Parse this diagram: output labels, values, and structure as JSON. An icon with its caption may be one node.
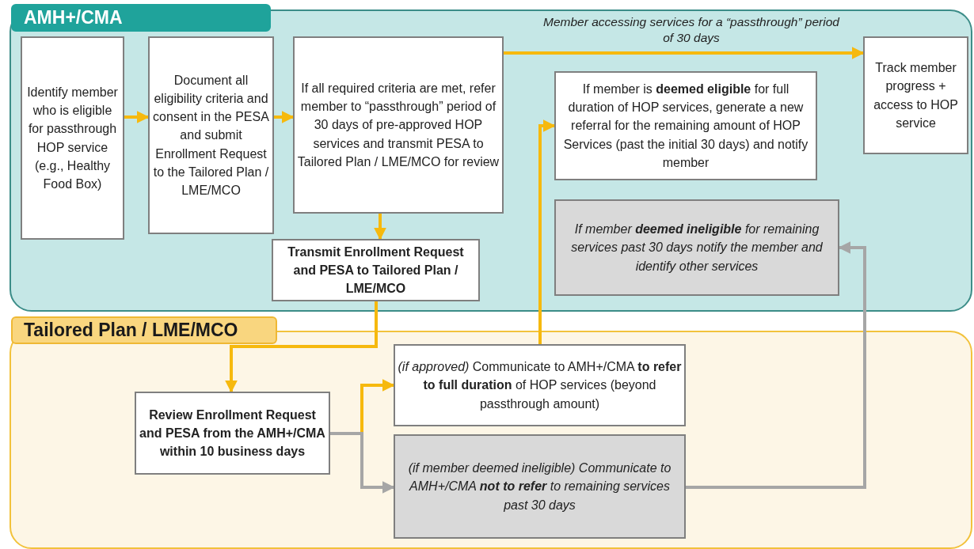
{
  "diagram": {
    "nodes": [
      {
        "text": [
          "AMH+/CMA"
        ]
      },
      {
        "text": [
          "Identify member who is eligible for passthrough HOP service (e.g., Healthy Food Box)"
        ],
        "in": 0
      },
      {
        "text": [
          "Document all eligibility criteria and consent in the PESA and submit Enrollment Request to the Tailored Plan / LME/MCO"
        ],
        "in": 0
      },
      {
        "text": [
          "If all required criteria are met, refer member to “passthrough” period of 30 days of pre-approved HOP services and transmit PESA to Tailored Plan / LME/MCO for review"
        ],
        "in": 0
      },
      {
        "text": [
          "Track member progress + access to HOP service"
        ],
        "in": 0
      },
      {
        "text": [
          "If member is **deemed eligible** for full duration of HOP services, generate a new referral for the remaining amount of HOP Services (past the initial 30 days) and notify member"
        ],
        "in": 0
      },
      {
        "text": [
          "If member **deemed ineligible** for remaining services past 30 days notify the member and identify other services"
        ],
        "in": 0
      },
      {
        "text": [
          "Transmit Enrollment Request and PESA to Tailored Plan / LME/MCO"
        ],
        "in": 0
      },
      {
        "text": [
          "Tailored Plan / LME/MCO"
        ]
      },
      {
        "text": [
          "Review Enrollment Request and PESA from the AMH+/CMA within 10 business days"
        ],
        "in": 8
      },
      {
        "text": [
          "*(if approved)* Communicate to AMH+/CMA **to refer to full duration** of HOP services (beyond passthrough amount)"
        ],
        "in": 8
      },
      {
        "text": [
          "(if member deemed ineligible) Communicate to AMH+/CMA **not to refer** to remaining services past 30 days"
        ],
        "in": 8
      }
    ],
    "edges": [
      {
        "from": 1,
        "to": 2,
        "arrow": "to"
      },
      {
        "from": 2,
        "to": 3,
        "arrow": "to"
      },
      {
        "from": 3,
        "to": 4,
        "arrow": "to",
        "label": "Member accessing services for a “passthrough” period of 30 days"
      },
      {
        "from": 3,
        "to": 7,
        "arrow": "to"
      },
      {
        "from": 7,
        "to": 9,
        "arrow": "to"
      },
      {
        "from": 9,
        "to": 10,
        "arrow": "to"
      },
      {
        "from": 9,
        "to": 11,
        "arrow": "to",
        "color": "#a6a6a6"
      },
      {
        "from": 10,
        "to": 5,
        "arrow": "to"
      },
      {
        "from": 11,
        "to": 6,
        "arrow": "to",
        "color": "#a6a6a6"
      }
    ]
  }
}
